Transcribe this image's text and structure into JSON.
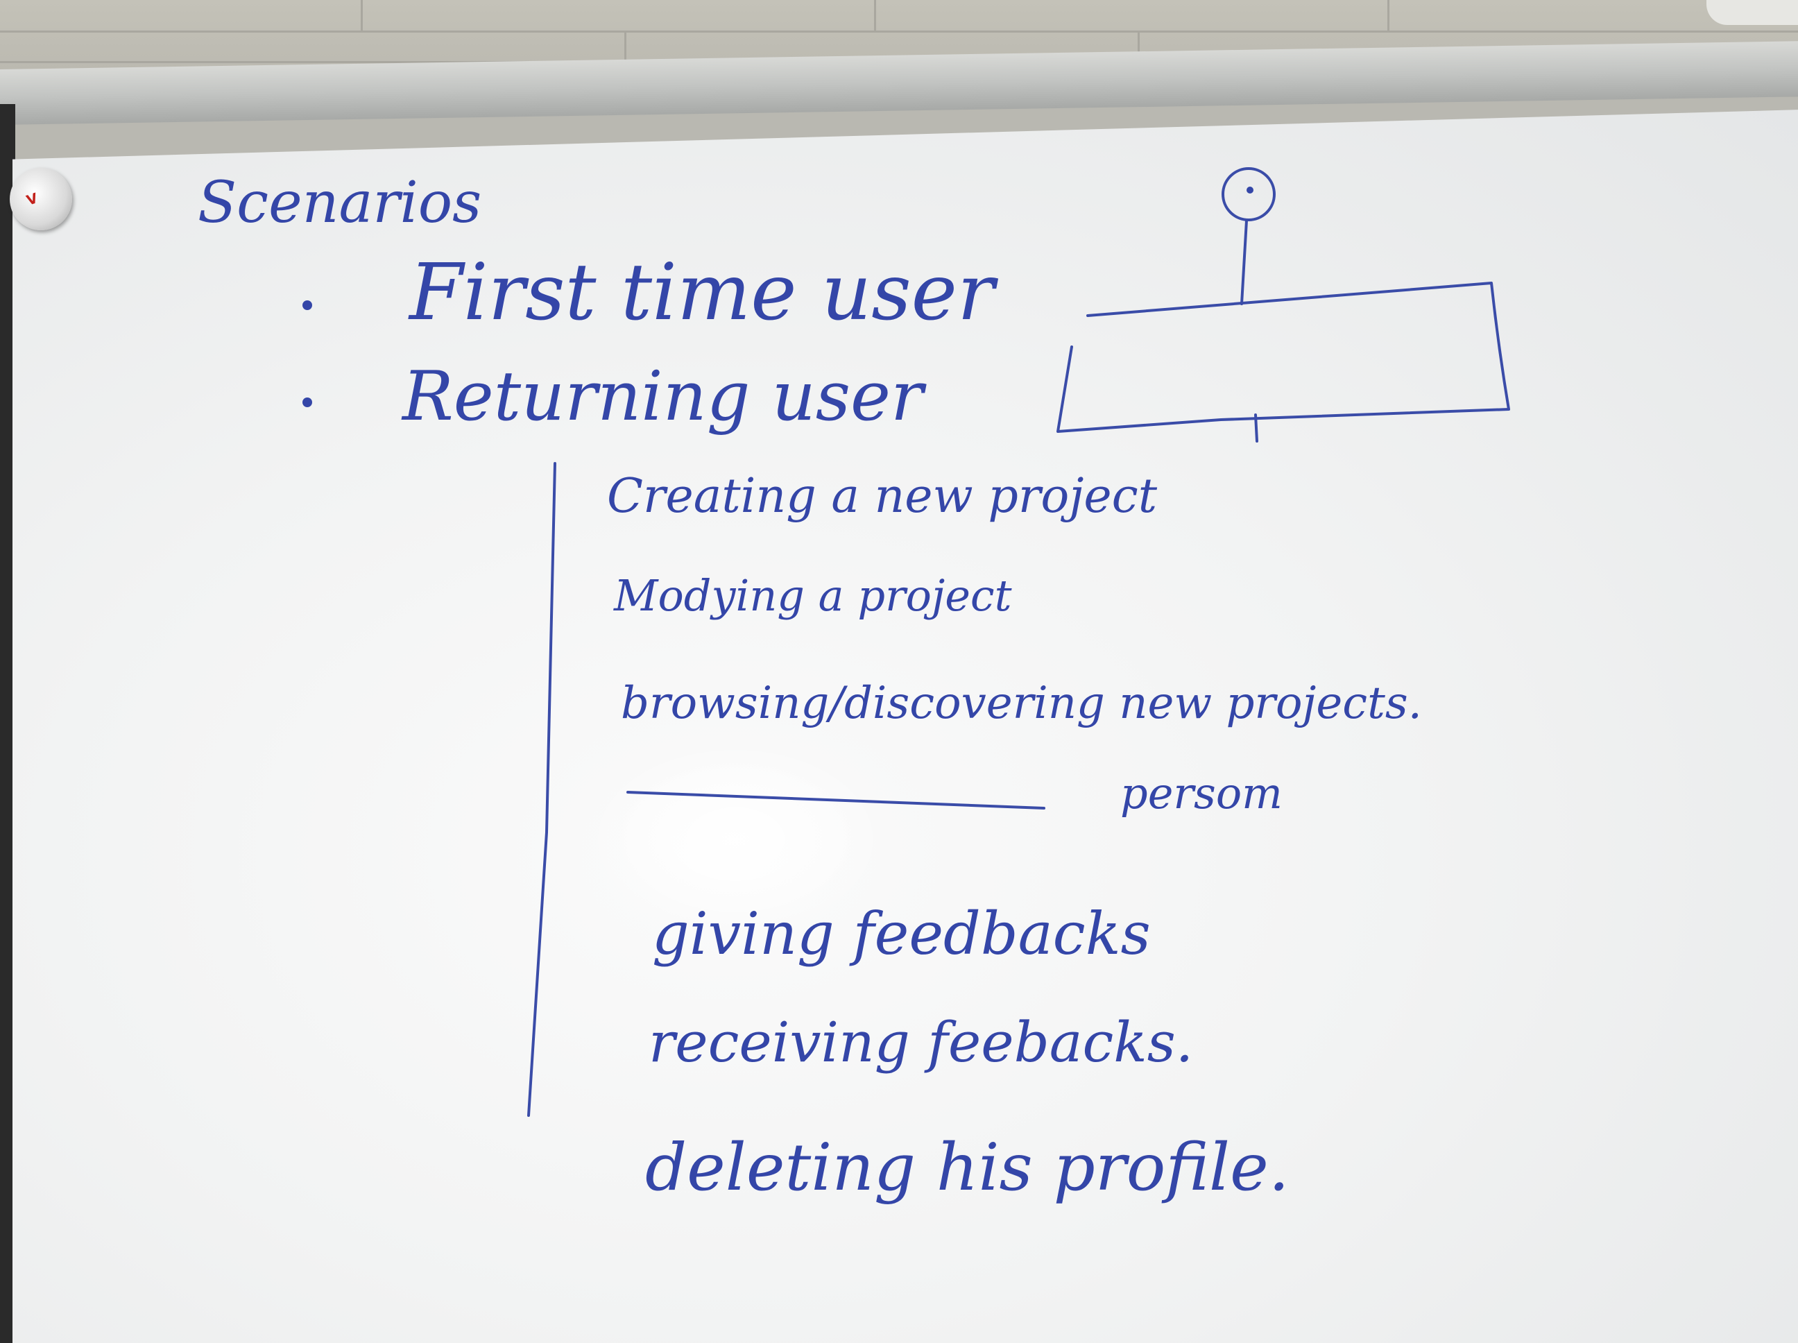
{
  "whiteboard": {
    "title": "Scenarios",
    "bullets": [
      "First time user",
      "Returning user"
    ],
    "tasks": [
      "Creating a new project",
      "Modying a project",
      "browsing/discovering new projects."
    ],
    "divider_label": "persom",
    "more_tasks": [
      "giving feedbacks",
      "receiving feebacks.",
      "deleting his profile."
    ]
  },
  "colors": {
    "ink": "#3446a8",
    "board": "#f2f3f3",
    "wall": "#bdbbb2"
  }
}
